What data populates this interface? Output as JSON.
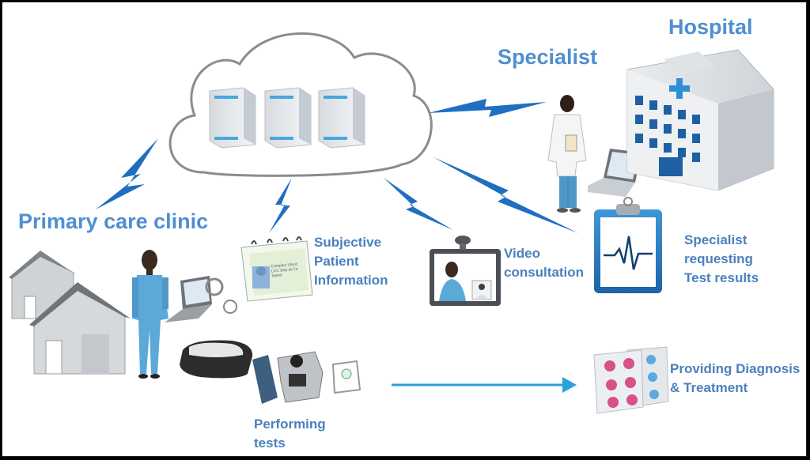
{
  "labels": {
    "hospital": "Hospital",
    "specialist": "Specialist",
    "primary_care": "Primary care clinic",
    "subjective": [
      "Subjective",
      "Patient",
      "Information"
    ],
    "video": [
      "Video",
      "consultation"
    ],
    "specialist_request": [
      "Specialist",
      "requesting",
      "Test results"
    ],
    "diagnosis": [
      "Providing Diagnosis",
      "& Treatment"
    ],
    "tests": [
      "Performing",
      "tests"
    ]
  },
  "card_text": [
    "Complex Uterd",
    "LCC Day at Co",
    "Name"
  ],
  "colors": {
    "label_blue": "#4a86c5",
    "bolt_blue": "#1f6fc1",
    "arrow_blue": "#2aa0dc",
    "cloud_stroke": "#8c8c8c",
    "nurse_scrubs": "#5aa9d8"
  },
  "icons": [
    "cloud",
    "server",
    "lightning-bolt",
    "house",
    "nurse",
    "doctor",
    "hospital-building",
    "laptop",
    "clipboard-ecg",
    "video-monitor",
    "pill-blister",
    "medical-devices",
    "patient-card"
  ]
}
